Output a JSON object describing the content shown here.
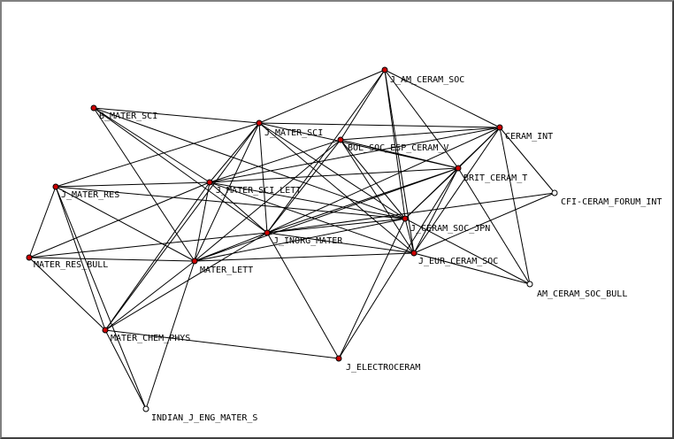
{
  "graph": {
    "colors": {
      "edge": "#000000",
      "node_filled": "#cc0000",
      "node_hollow": "#ffffff",
      "node_outline": "#000000"
    },
    "nodes": [
      {
        "id": "J_AM_CERAM_SOC",
        "label": "J_AM_CERAM_SOC",
        "style": "filled"
      },
      {
        "id": "B_MATER_SCI",
        "label": "B_MATER_SCI",
        "style": "filled"
      },
      {
        "id": "J_MATER_SCI",
        "label": "J_MATER_SCI",
        "style": "filled"
      },
      {
        "id": "BOL_SOC_ESP_CERAM_V",
        "label": "BOL_SOC_ESP_CERAM_V",
        "style": "filled"
      },
      {
        "id": "CERAM_INT",
        "label": "CERAM_INT",
        "style": "filled"
      },
      {
        "id": "BRIT_CERAM_T",
        "label": "BRIT_CERAM_T",
        "style": "filled"
      },
      {
        "id": "J_MATER_RES",
        "label": "J_MATER_RES",
        "style": "filled"
      },
      {
        "id": "J_MATER_SCI_LETT",
        "label": "J_MATER_SCI_LETT",
        "style": "filled"
      },
      {
        "id": "CFI_CERAM_FORUM_INT",
        "label": "CFI-CERAM_FORUM_INT",
        "style": "hollow"
      },
      {
        "id": "J_CERAM_SOC_JPN",
        "label": "J_CERAM_SOC_JPN",
        "style": "filled"
      },
      {
        "id": "J_INORG_MATER",
        "label": "J_INORG_MATER",
        "style": "filled"
      },
      {
        "id": "MATER_RES_BULL",
        "label": "MATER_RES_BULL",
        "style": "filled"
      },
      {
        "id": "J_EUR_CERAM_SOC",
        "label": "J_EUR_CERAM_SOC",
        "style": "filled"
      },
      {
        "id": "MATER_LETT",
        "label": "MATER_LETT",
        "style": "filled"
      },
      {
        "id": "AM_CERAM_SOC_BULL",
        "label": "AM_CERAM_SOC_BULL",
        "style": "hollow"
      },
      {
        "id": "MATER_CHEM_PHYS",
        "label": "MATER_CHEM_PHYS",
        "style": "filled"
      },
      {
        "id": "J_ELECTROCERAM",
        "label": "J_ELECTROCERAM",
        "style": "filled"
      },
      {
        "id": "INDIAN_J_ENG_MATER_S",
        "label": "INDIAN_J_ENG_MATER_S",
        "style": "hollow"
      }
    ],
    "edges": [
      [
        "J_AM_CERAM_SOC",
        "J_MATER_SCI"
      ],
      [
        "J_AM_CERAM_SOC",
        "CERAM_INT"
      ],
      [
        "J_AM_CERAM_SOC",
        "BRIT_CERAM_T"
      ],
      [
        "J_AM_CERAM_SOC",
        "J_CERAM_SOC_JPN"
      ],
      [
        "J_AM_CERAM_SOC",
        "J_EUR_CERAM_SOC"
      ],
      [
        "J_AM_CERAM_SOC",
        "J_INORG_MATER"
      ],
      [
        "J_AM_CERAM_SOC",
        "BOL_SOC_ESP_CERAM_V"
      ],
      [
        "B_MATER_SCI",
        "J_MATER_SCI"
      ],
      [
        "B_MATER_SCI",
        "J_MATER_SCI_LETT"
      ],
      [
        "B_MATER_SCI",
        "J_INORG_MATER"
      ],
      [
        "B_MATER_SCI",
        "J_CERAM_SOC_JPN"
      ],
      [
        "B_MATER_SCI",
        "MATER_LETT"
      ],
      [
        "J_MATER_SCI",
        "CERAM_INT"
      ],
      [
        "J_MATER_SCI",
        "J_MATER_RES"
      ],
      [
        "J_MATER_SCI",
        "J_MATER_SCI_LETT"
      ],
      [
        "J_MATER_SCI",
        "J_INORG_MATER"
      ],
      [
        "J_MATER_SCI",
        "MATER_LETT"
      ],
      [
        "J_MATER_SCI",
        "J_CERAM_SOC_JPN"
      ],
      [
        "J_MATER_SCI",
        "J_EUR_CERAM_SOC"
      ],
      [
        "J_MATER_SCI",
        "MATER_CHEM_PHYS"
      ],
      [
        "J_MATER_SCI",
        "BRIT_CERAM_T"
      ],
      [
        "BOL_SOC_ESP_CERAM_V",
        "BRIT_CERAM_T"
      ],
      [
        "BOL_SOC_ESP_CERAM_V",
        "CERAM_INT"
      ],
      [
        "BOL_SOC_ESP_CERAM_V",
        "J_CERAM_SOC_JPN"
      ],
      [
        "BOL_SOC_ESP_CERAM_V",
        "J_EUR_CERAM_SOC"
      ],
      [
        "BOL_SOC_ESP_CERAM_V",
        "J_MATER_SCI_LETT"
      ],
      [
        "BOL_SOC_ESP_CERAM_V",
        "J_INORG_MATER"
      ],
      [
        "BOL_SOC_ESP_CERAM_V",
        "MATER_LETT"
      ],
      [
        "CERAM_INT",
        "BRIT_CERAM_T"
      ],
      [
        "CERAM_INT",
        "J_CERAM_SOC_JPN"
      ],
      [
        "CERAM_INT",
        "J_EUR_CERAM_SOC"
      ],
      [
        "CERAM_INT",
        "CFI_CERAM_FORUM_INT"
      ],
      [
        "CERAM_INT",
        "AM_CERAM_SOC_BULL"
      ],
      [
        "CERAM_INT",
        "J_MATER_SCI_LETT"
      ],
      [
        "CERAM_INT",
        "J_INORG_MATER"
      ],
      [
        "BRIT_CERAM_T",
        "J_CERAM_SOC_JPN"
      ],
      [
        "BRIT_CERAM_T",
        "J_EUR_CERAM_SOC"
      ],
      [
        "BRIT_CERAM_T",
        "J_INORG_MATER"
      ],
      [
        "BRIT_CERAM_T",
        "MATER_LETT"
      ],
      [
        "BRIT_CERAM_T",
        "J_MATER_SCI_LETT"
      ],
      [
        "BRIT_CERAM_T",
        "AM_CERAM_SOC_BULL"
      ],
      [
        "BRIT_CERAM_T",
        "J_ELECTROCERAM"
      ],
      [
        "J_MATER_RES",
        "J_MATER_SCI_LETT"
      ],
      [
        "J_MATER_RES",
        "J_CERAM_SOC_JPN"
      ],
      [
        "J_MATER_RES",
        "MATER_LETT"
      ],
      [
        "J_MATER_RES",
        "MATER_RES_BULL"
      ],
      [
        "J_MATER_RES",
        "MATER_CHEM_PHYS"
      ],
      [
        "J_MATER_SCI_LETT",
        "J_CERAM_SOC_JPN"
      ],
      [
        "J_MATER_SCI_LETT",
        "J_INORG_MATER"
      ],
      [
        "J_MATER_SCI_LETT",
        "J_EUR_CERAM_SOC"
      ],
      [
        "J_MATER_SCI_LETT",
        "MATER_LETT"
      ],
      [
        "J_MATER_SCI_LETT",
        "MATER_RES_BULL"
      ],
      [
        "J_MATER_SCI_LETT",
        "MATER_CHEM_PHYS"
      ],
      [
        "CFI_CERAM_FORUM_INT",
        "J_EUR_CERAM_SOC"
      ],
      [
        "CFI_CERAM_FORUM_INT",
        "J_INORG_MATER"
      ],
      [
        "J_CERAM_SOC_JPN",
        "J_INORG_MATER"
      ],
      [
        "J_CERAM_SOC_JPN",
        "J_EUR_CERAM_SOC"
      ],
      [
        "J_CERAM_SOC_JPN",
        "MATER_LETT"
      ],
      [
        "J_CERAM_SOC_JPN",
        "AM_CERAM_SOC_BULL"
      ],
      [
        "J_CERAM_SOC_JPN",
        "J_ELECTROCERAM"
      ],
      [
        "J_INORG_MATER",
        "J_EUR_CERAM_SOC"
      ],
      [
        "J_INORG_MATER",
        "MATER_RES_BULL"
      ],
      [
        "J_INORG_MATER",
        "MATER_LETT"
      ],
      [
        "J_INORG_MATER",
        "MATER_CHEM_PHYS"
      ],
      [
        "J_INORG_MATER",
        "J_ELECTROCERAM"
      ],
      [
        "MATER_RES_BULL",
        "MATER_LETT"
      ],
      [
        "MATER_RES_BULL",
        "MATER_CHEM_PHYS"
      ],
      [
        "MATER_LETT",
        "J_EUR_CERAM_SOC"
      ],
      [
        "MATER_LETT",
        "MATER_CHEM_PHYS"
      ],
      [
        "MATER_LETT",
        "INDIAN_J_ENG_MATER_S"
      ],
      [
        "J_EUR_CERAM_SOC",
        "AM_CERAM_SOC_BULL"
      ],
      [
        "MATER_CHEM_PHYS",
        "J_ELECTROCERAM"
      ],
      [
        "MATER_CHEM_PHYS",
        "INDIAN_J_ENG_MATER_S"
      ],
      [
        "J_MATER_RES",
        "INDIAN_J_ENG_MATER_S"
      ]
    ]
  }
}
